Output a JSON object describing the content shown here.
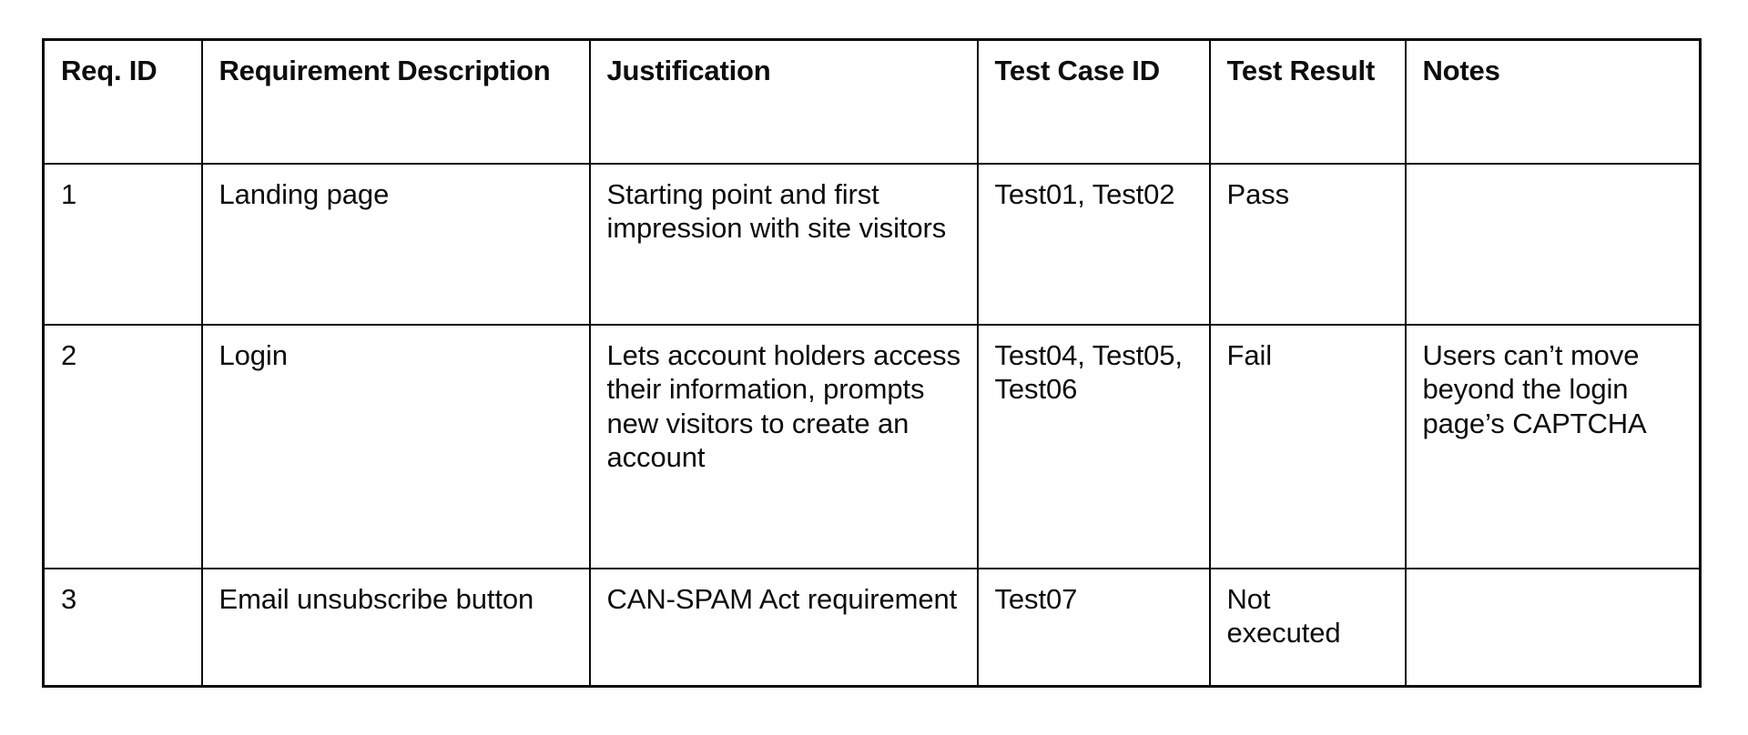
{
  "document": {
    "kind": "requirements-traceability-table",
    "background_color": "#ffffff",
    "border_color": "#0a0a0a",
    "text_color": "#0d0d0d"
  },
  "table": {
    "columns": [
      {
        "key": "req_id",
        "label": "Req. ID"
      },
      {
        "key": "description",
        "label": "Requirement Description"
      },
      {
        "key": "justification",
        "label": "Justification"
      },
      {
        "key": "test_case_id",
        "label": "Test Case ID"
      },
      {
        "key": "test_result",
        "label": "Test Result"
      },
      {
        "key": "notes",
        "label": "Notes"
      }
    ],
    "rows": [
      {
        "req_id": "1",
        "description": "Landing page",
        "justification": "Starting point and first impression with site visitors",
        "test_case_id": "Test01, Test02",
        "test_result": "Pass",
        "notes": ""
      },
      {
        "req_id": "2",
        "description": "Login",
        "justification": "Lets account holders access their information, prompts new visitors to create an account",
        "test_case_id": "Test04, Test05, Test06",
        "test_result": "Fail",
        "notes": "Users can’t move beyond the login page’s CAPTCHA"
      },
      {
        "req_id": "3",
        "description": "Email unsubscribe button",
        "justification": "CAN-SPAM Act requirement",
        "test_case_id": "Test07",
        "test_result": "Not executed",
        "notes": ""
      }
    ]
  }
}
